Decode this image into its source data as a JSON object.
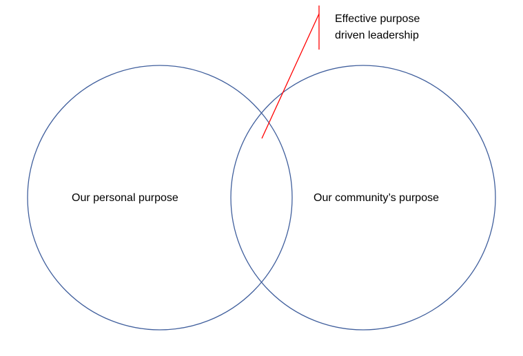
{
  "diagram": {
    "left_circle_label": "Our personal purpose",
    "right_circle_label": "Our community’s purpose",
    "callout_lines": [
      "Effective purpose",
      "driven leadership"
    ]
  },
  "colors": {
    "circle_stroke": "#3f5e9c",
    "callout_line": "#ff0000",
    "text": "#000000",
    "background": "#ffffff"
  }
}
